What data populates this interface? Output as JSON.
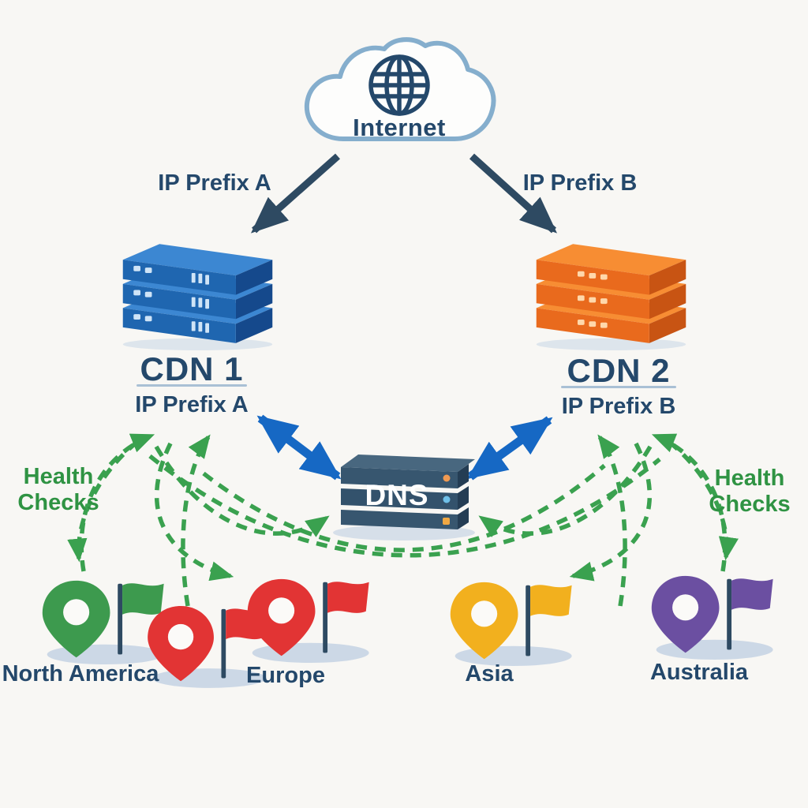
{
  "internet": {
    "label": "Internet"
  },
  "ip_prefix_a": "IP Prefix A",
  "ip_prefix_b": "IP Prefix B",
  "cdn1": {
    "name": "CDN 1",
    "prefix": "IP Prefix A",
    "color": "#1f66b0"
  },
  "cdn2": {
    "name": "CDN 2",
    "prefix": "IP Prefix B",
    "color": "#e96a1d"
  },
  "dns": {
    "label": "DNS",
    "color": "#35526d"
  },
  "health_checks": {
    "line1": "Health",
    "line2": "Checks",
    "color": "#2f9343"
  },
  "locations": [
    {
      "name": "North America",
      "color": "#3d9a4e"
    },
    {
      "name": "",
      "color": "#e23434"
    },
    {
      "name": "Europe",
      "color": "#e23434"
    },
    {
      "name": "Asia",
      "color": "#f2b01e"
    },
    {
      "name": "Australia",
      "color": "#6b4fa1"
    }
  ],
  "colors": {
    "background": "#f8f7f4",
    "label_text": "#24486b",
    "green_arrow": "#3aa14f",
    "blue_arrow": "#1668c4",
    "navy_arrow": "#2e4a62",
    "cloud_outline": "#85aecd"
  }
}
